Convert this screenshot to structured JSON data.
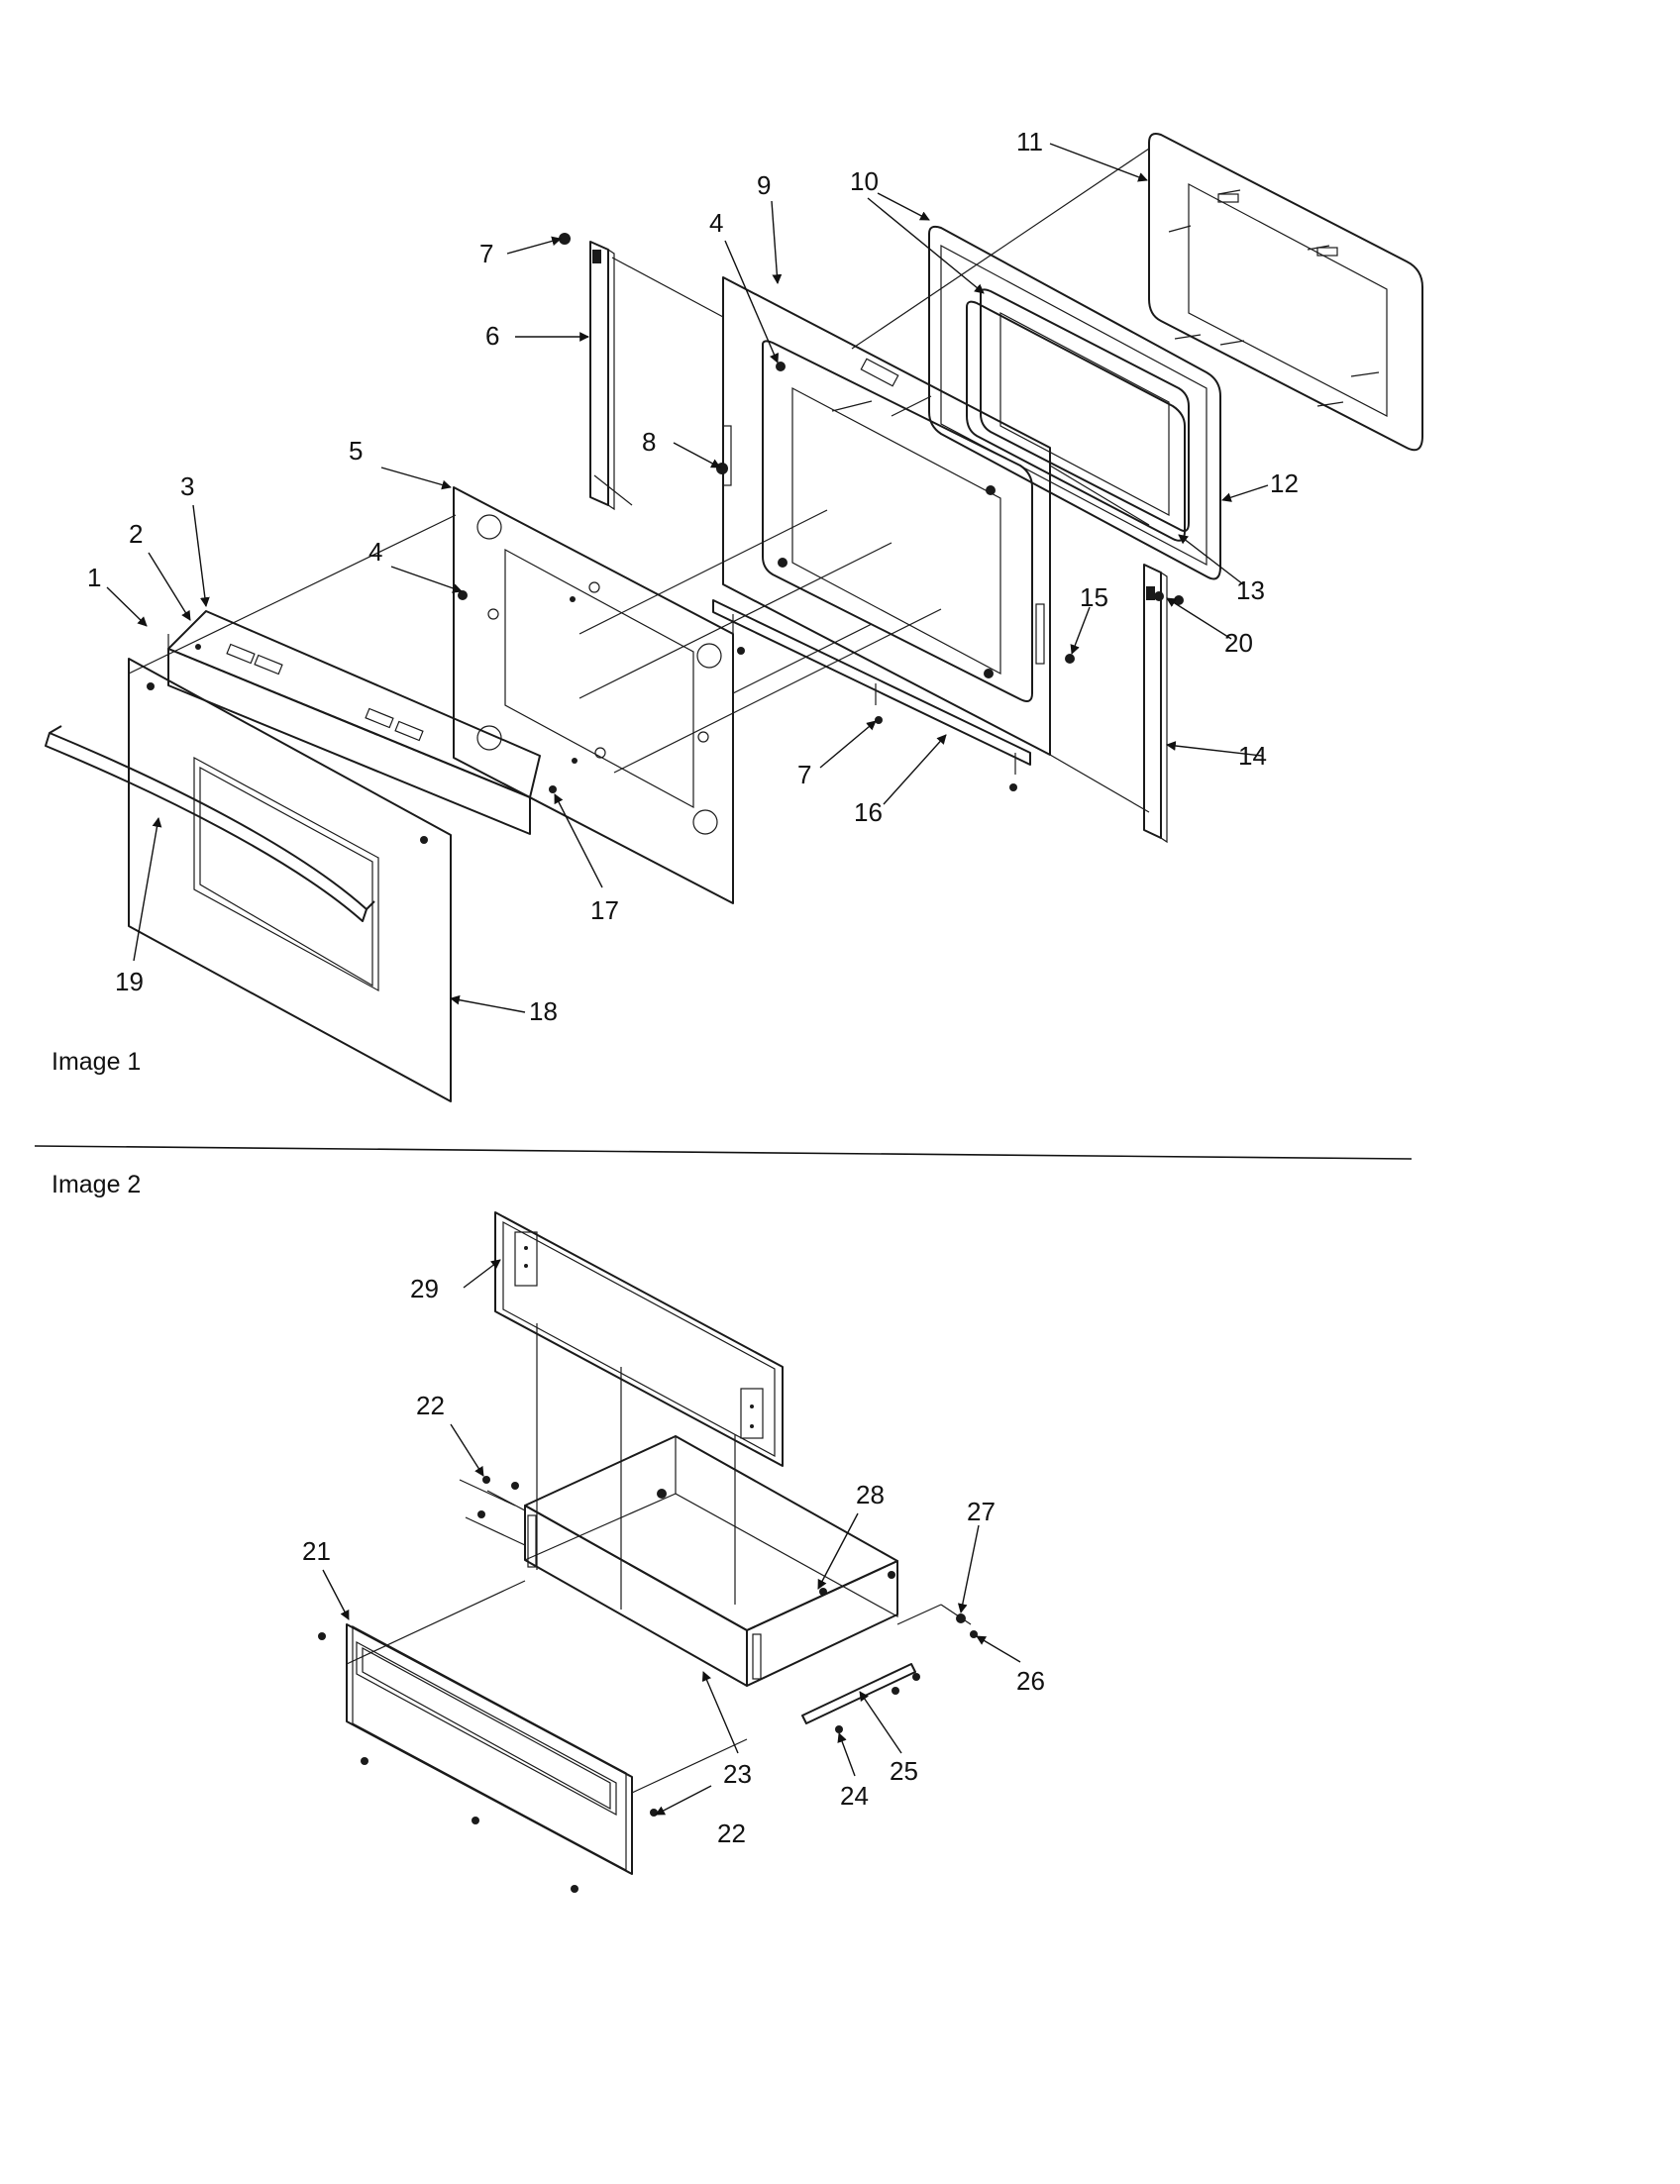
{
  "image1": {
    "caption": "Image 1",
    "callouts": [
      "1",
      "2",
      "3",
      "4",
      "4",
      "5",
      "6",
      "7",
      "7",
      "8",
      "9",
      "10",
      "11",
      "12",
      "13",
      "14",
      "15",
      "16",
      "17",
      "18",
      "19",
      "20"
    ]
  },
  "image2": {
    "caption": "Image 2",
    "callouts": [
      "21",
      "22",
      "22",
      "23",
      "24",
      "25",
      "26",
      "27",
      "28",
      "29"
    ]
  }
}
